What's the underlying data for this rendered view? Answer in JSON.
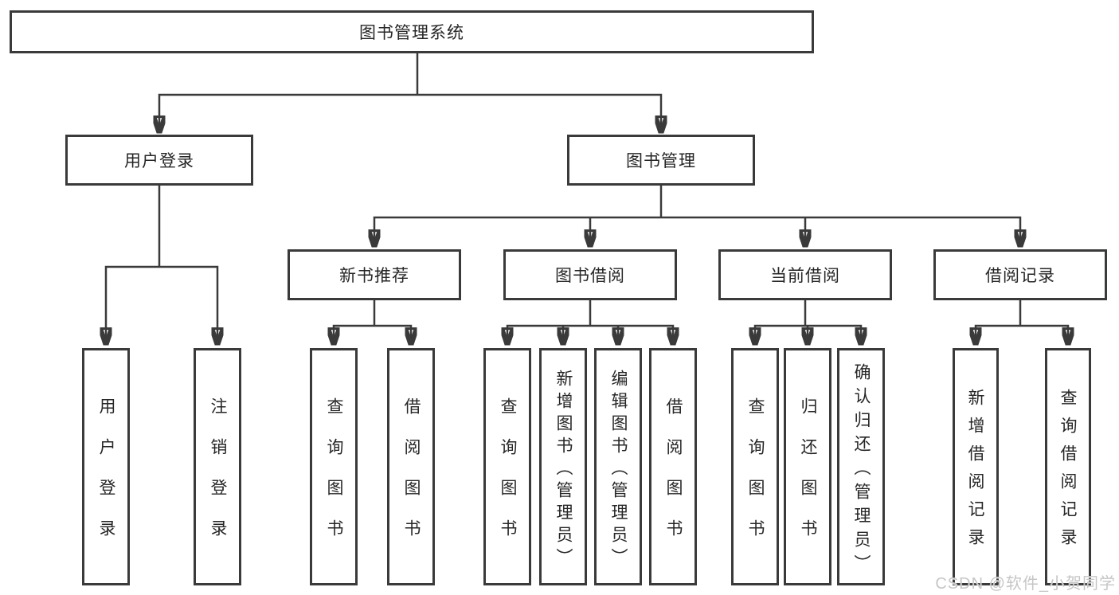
{
  "diagram": {
    "type": "functional-structure-tree",
    "colors": {
      "line": "#3a3a3a",
      "box_border": "#3a3a3a",
      "text": "#262626",
      "background": "#ffffff",
      "watermark": "#c6c6c6"
    },
    "tree": {
      "root": {
        "label": "图书管理系统",
        "children": [
          {
            "label": "用户登录",
            "children": [
              {
                "label": "用户登录"
              },
              {
                "label": "注销登录"
              }
            ]
          },
          {
            "label": "图书管理",
            "children": [
              {
                "label": "新书推荐",
                "children": [
                  {
                    "label": "查询图书"
                  },
                  {
                    "label": "借阅图书"
                  }
                ]
              },
              {
                "label": "图书借阅",
                "children": [
                  {
                    "label": "查询图书"
                  },
                  {
                    "label": "新增图书（管理员）"
                  },
                  {
                    "label": "编辑图书（管理员）"
                  },
                  {
                    "label": "借阅图书"
                  }
                ]
              },
              {
                "label": "当前借阅",
                "children": [
                  {
                    "label": "查询图书"
                  },
                  {
                    "label": "归还图书"
                  },
                  {
                    "label": "确认归还（管理员）"
                  }
                ]
              },
              {
                "label": "借阅记录",
                "children": [
                  {
                    "label": "新增借阅记录"
                  },
                  {
                    "label": "查询借阅记录"
                  }
                ]
              }
            ]
          }
        ]
      }
    },
    "watermark": {
      "text": "CSDN @软件_小贺同学"
    }
  }
}
